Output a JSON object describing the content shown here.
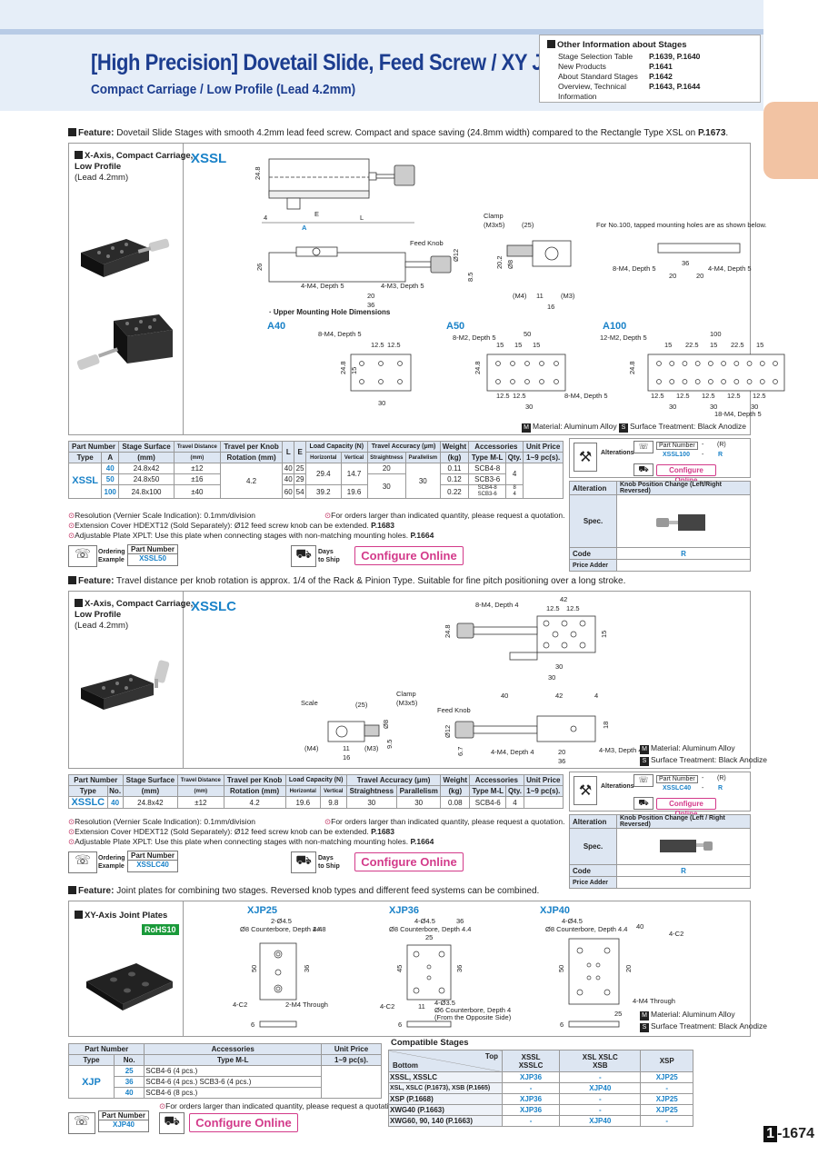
{
  "header": {
    "title": "[High Precision] Dovetail Slide, Feed Screw / XY Joint Plates",
    "subtitle": "Compact Carriage / Low Profile (Lead 4.2mm)",
    "info_title": "Other Information about Stages",
    "info_rows": [
      {
        "label": "Stage Selection Table",
        "page": "P.1639, P.1640"
      },
      {
        "label": "New Products",
        "page": "P.1641"
      },
      {
        "label": "About Standard Stages",
        "page": "P.1642"
      },
      {
        "label": "Overview, Technical Information",
        "page": "P.1643, P.1644"
      }
    ]
  },
  "feature1": {
    "label": "Feature:",
    "text": " Dovetail Slide Stages with smooth 4.2mm lead feed screw. Compact and space saving (24.8mm width) compared to the Rectangle Type XSL on ",
    "page_ref": "P.1673",
    "end": ".",
    "panel_label": "X-Axis, Compact Carriage,",
    "panel_label2": "Low Profile",
    "panel_label3": "(Lead 4.2mm)",
    "model": "XSSL",
    "upper_title": "· Upper Mounting Hole Dimensions",
    "a40": "A40",
    "a50": "A50",
    "a100": "A100",
    "clamp": "Clamp",
    "clamp_size": "(M3x5)",
    "feed_knob": "Feed Knob",
    "tap_note": "For No.100, tapped mounting holes are as shown below.",
    "material": "Material: Aluminum Alloy",
    "surface": "Surface Treatment: Black Anodize",
    "dim_labels": {
      "d248": "24.8",
      "d4": "4",
      "A": "A",
      "E": "E",
      "L": "L",
      "d26": "26",
      "d12": "Ø12",
      "d85": "8.5",
      "m4d5": "4-M4, Depth 5",
      "m3d5": "4-M3, Depth 5",
      "d20": "20",
      "d36": "36",
      "d25": "(25)",
      "d202": "20.2",
      "d8": "Ø8",
      "m4": "(M4)",
      "m3": "(M3)",
      "d11": "11",
      "d16": "16",
      "m4d5_8": "8-M4, Depth 5",
      "d125": "12.5",
      "d15": "15",
      "d30": "30",
      "d50": "50",
      "m2d5_8": "8-M2, Depth 5",
      "m2d5_12": "12-M2, Depth 5",
      "d100": "100",
      "d225": "22.5",
      "m4d5_18": "18-M4, Depth 5"
    }
  },
  "table1": {
    "headers": [
      "Part Number",
      "Stage Surface",
      "Travel Distance",
      "Travel per Knob",
      "L",
      "E",
      "Load Capacity (N)",
      "Travel Accuracy (μm)",
      "Weight",
      "Accessories",
      "Unit Price"
    ],
    "sub": [
      "Type",
      "A",
      "(mm)",
      "(mm)",
      "Rotation (mm)",
      "Horizontal",
      "Vertical",
      "Straightness",
      "Parallelism",
      "(kg)",
      "Type M-L",
      "Qty.",
      "1~9 pc(s)."
    ],
    "type": "XSSL",
    "rows": [
      {
        "a": "40",
        "surface": "24.8x42",
        "travel": "±12",
        "L": "40",
        "E": "25",
        "weight": "0.11",
        "acc": "SCB4-8"
      },
      {
        "a": "50",
        "surface": "24.8x50",
        "travel": "±16",
        "L": "40",
        "E": "29",
        "weight": "0.12",
        "acc": "SCB3-6"
      },
      {
        "a": "100",
        "surface": "24.8x100",
        "travel": "±40",
        "L": "60",
        "E": "54",
        "weight": "0.22",
        "acc": "SCB4-8",
        "acc2": "SCB3-6",
        "qty": "8",
        "qty2": "4"
      }
    ],
    "knob": "4.2",
    "load1_h": "29.4",
    "load1_v": "14.7",
    "load2_h": "39.2",
    "load2_v": "19.6",
    "straight1": "20",
    "straight2": "30",
    "parallel": "30",
    "qty": "4",
    "notes": [
      "Resolution (Vernier Scale Indication): 0.1mm/division",
      "Extension Cover HDEXT12 (Sold Separately): Ø12 feed screw knob can be extended.",
      "Adjustable Plate XPLT: Use this plate when connecting stages with non-matching mounting holes."
    ],
    "note_r": "For orders larger than indicated quantity, please request a quotation.",
    "p1683": "P.1683",
    "p1664": "P.1664",
    "ordering": "Ordering",
    "example": "Example",
    "pn_label": "Part Number",
    "pn": "XSSL50",
    "days": "Days",
    "to_ship": "to Ship",
    "configure": "Configure Online"
  },
  "alt1": {
    "alterations": "Alterations",
    "pn_label": "Part Number",
    "example": "XSSL100",
    "code": "R",
    "dash": "-",
    "paren_r": "(R)",
    "configure": "Configure Online",
    "col1": "Alteration",
    "col2": "Knob Position Change (Left/Right Reversed)",
    "spec": "Spec.",
    "code_label": "Code",
    "price_adder": "Price Adder",
    "code_val": "R"
  },
  "feature2": {
    "label": "Feature:",
    "text": " Travel distance per knob rotation is approx. 1/4 of the Rack & Pinion Type. Suitable for fine pitch positioning over a long stroke.",
    "panel_label": "X-Axis, Compact Carriage,",
    "panel_label2": "Low Profile",
    "panel_label3": "(Lead 4.2mm)",
    "model": "XSSLC",
    "scale": "Scale",
    "clamp": "Clamp",
    "clamp_size": "(M3x5)",
    "feed_knob": "Feed Knob",
    "material": "Material: Aluminum Alloy",
    "surface": "Surface Treatment: Black Anodize",
    "dim_labels": {
      "m4d4_8": "8-M4, Depth 4",
      "d42": "42",
      "d125": "12.5",
      "d15": "15",
      "d248": "24.8",
      "d30": "30",
      "d40": "40",
      "d4": "4",
      "d36": "36",
      "d25": "(25)",
      "d8": "Ø8",
      "m4": "(M4)",
      "m3": "(M3)",
      "d11": "11",
      "d16": "16",
      "d95": "9.5",
      "d12": "Ø12",
      "d67": "6.7",
      "m4d4": "4-M4, Depth 4",
      "m3d4": "4-M3, Depth 4",
      "d20": "20",
      "d18": "18"
    }
  },
  "table2": {
    "type": "XSSLC",
    "no": "40",
    "surface": "24.8x42",
    "travel": "±12",
    "knob": "4.2",
    "h": "19.6",
    "v": "9.8",
    "straight": "30",
    "parallel": "30",
    "weight": "0.08",
    "acc": "SCB4-6",
    "qty": "4",
    "headers": [
      "Part Number",
      "Stage Surface",
      "Travel Distance",
      "Travel per Knob",
      "Load Capacity (N)",
      "Travel Accuracy (μm)",
      "Weight",
      "Accessories",
      "Unit Price"
    ],
    "sub": [
      "Type",
      "No.",
      "(mm)",
      "(mm)",
      "Rotation (mm)",
      "Horizontal",
      "Vertical",
      "Straightness",
      "Parallelism",
      "(kg)",
      "Type M-L",
      "Qty.",
      "1~9 pc(s)."
    ],
    "notes": [
      "Resolution (Vernier Scale Indication): 0.1mm/division",
      "Extension Cover HDEXT12 (Sold Separately): Ø12 feed screw knob can be extended.",
      "Adjustable Plate XPLT: Use this plate when connecting stages with non-matching mounting holes."
    ],
    "note_r": "For orders larger than indicated quantity, please request a quotation.",
    "p1683": "P.1683",
    "p1664": "P.1664",
    "ordering": "Ordering",
    "example": "Example",
    "pn_label": "Part Number",
    "pn": "XSSLC40",
    "days": "Days",
    "to_ship": "to Ship",
    "configure": "Configure Online"
  },
  "alt2": {
    "alterations": "Alterations",
    "pn_label": "Part Number",
    "example": "XSSLC40",
    "code": "R",
    "dash": "-",
    "paren_r": "(R)",
    "configure": "Configure Online",
    "col1": "Alteration",
    "col2": "Knob Position Change (Left / Right Reversed)",
    "spec": "Spec.",
    "code_label": "Code",
    "price_adder": "Price Adder",
    "code_val": "R"
  },
  "feature3": {
    "label": "Feature:",
    "text": " Joint plates for combining two stages. Reversed knob types and different feed systems can be combined.",
    "panel_label": "XY-Axis Joint Plates",
    "rohs": "RoHS10",
    "m25": "XJP25",
    "m36": "XJP36",
    "m40": "XJP40",
    "material": "Material: Aluminum Alloy",
    "surface": "Surface Treatment: Black Anodize",
    "dim_labels": {
      "h2": "2-Ø4.5",
      "cb": "Ø8 Counterbore, Depth 4.4",
      "d248": "24.8",
      "d50": "50",
      "d36": "36",
      "c2": "4-C2",
      "m4t": "2-M4 Through",
      "d6": "6",
      "h4": "4-Ø4.5",
      "d25": "25",
      "d45": "45",
      "d35": "4-Ø3.5",
      "cb6": "Ø6 Counterbore, Depth 4",
      "opp": "(From the Opposite Side)",
      "d11": "11",
      "d40": "40",
      "d20": "20",
      "m4t4": "4-M4 Through"
    }
  },
  "table3": {
    "headers": [
      "Part Number",
      "Accessories",
      "Unit Price"
    ],
    "sub": [
      "Type",
      "No.",
      "Type M-L",
      "1~9 pc(s)."
    ],
    "type": "XJP",
    "rows": [
      {
        "no": "25",
        "acc": "SCB4-6 (4 pcs.)"
      },
      {
        "no": "36",
        "acc": "SCB4-6 (4 pcs.) SCB3-6 (4 pcs.)"
      },
      {
        "no": "40",
        "acc": "SCB4-6 (8 pcs.)"
      }
    ],
    "note_r": "For orders larger than indicated quantity, please request a quotation.",
    "pn_label": "Part Number",
    "pn": "XJP40",
    "configure": "Configure Online"
  },
  "compat": {
    "title": "Compatible Stages",
    "top": "Top",
    "bottom": "Bottom",
    "cols": [
      "XSSL\nXSSLC",
      "XSL XSLC\nXSB",
      "XSP"
    ],
    "rows": [
      {
        "bottom": "XSSL, XSSLC",
        "c1": "XJP36",
        "c2": "-",
        "c3": "XJP25"
      },
      {
        "bottom": "XSL, XSLC (P.1673), XSB (P.1665)",
        "c1": "-",
        "c2": "XJP40",
        "c3": "-"
      },
      {
        "bottom": "XSP (P.1668)",
        "c1": "XJP36",
        "c2": "-",
        "c3": "XJP25"
      },
      {
        "bottom": "XWG40 (P.1663)",
        "c1": "XJP36",
        "c2": "-",
        "c3": "XJP25"
      },
      {
        "bottom": "XWG60, 90, 140 (P.1663)",
        "c1": "-",
        "c2": "XJP40",
        "c3": "-"
      }
    ]
  },
  "page_no": {
    "num": "1",
    "rest": "-1674"
  }
}
